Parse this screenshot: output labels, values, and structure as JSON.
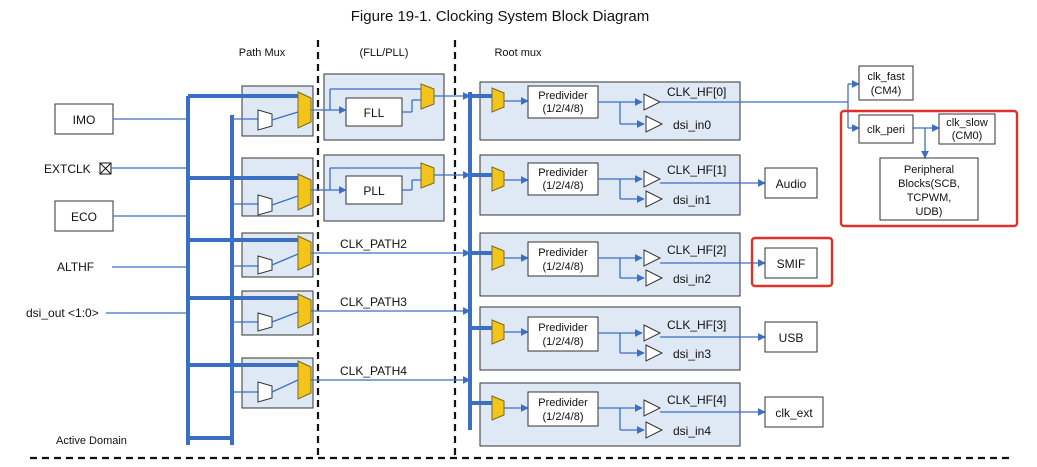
{
  "title": "Figure 19-1.  Clocking System Block Diagram",
  "headers": {
    "path_mux": "Path Mux",
    "fll_pll": "(FLL/PLL)",
    "root_mux": "Root mux"
  },
  "sources": {
    "imo": "IMO",
    "extclk": "EXTCLK",
    "eco": "ECO",
    "althf": "ALTHF",
    "dsi_out": "dsi_out <1:0>",
    "active_domain": "Active Domain"
  },
  "pll_blocks": {
    "fll": "FLL",
    "pll": "PLL"
  },
  "paths": {
    "path2": "CLK_PATH2",
    "path3": "CLK_PATH3",
    "path4": "CLK_PATH4"
  },
  "root_channels": [
    {
      "predivider": [
        "Predivider",
        "(1/2/4/8)"
      ],
      "clk": "CLK_HF[0]",
      "dsi": "dsi_in0"
    },
    {
      "predivider": [
        "Predivider",
        "(1/2/4/8)"
      ],
      "clk": "CLK_HF[1]",
      "dsi": "dsi_in1"
    },
    {
      "predivider": [
        "Predivider",
        "(1/2/4/8)"
      ],
      "clk": "CLK_HF[2]",
      "dsi": "dsi_in2"
    },
    {
      "predivider": [
        "Predivider",
        "(1/2/4/8)"
      ],
      "clk": "CLK_HF[3]",
      "dsi": "dsi_in3"
    },
    {
      "predivider": [
        "Predivider",
        "(1/2/4/8)"
      ],
      "clk": "CLK_HF[4]",
      "dsi": "dsi_in4"
    }
  ],
  "outputs": {
    "clk_fast": [
      "clk_fast",
      "(CM4)"
    ],
    "clk_peri": "clk_peri",
    "clk_slow": [
      "clk_slow",
      "(CM0)"
    ],
    "peripheral": [
      "Peripheral",
      "Blocks(SCB,",
      "TCPWM,",
      "UDB)"
    ],
    "audio": "Audio",
    "smif": "SMIF",
    "usb": "USB",
    "clk_ext": "clk_ext"
  },
  "colors": {
    "wire": "#3a6fc4",
    "mux": "#f3c51a",
    "panel": "#dfe8f5",
    "highlight": "#e0302a"
  }
}
